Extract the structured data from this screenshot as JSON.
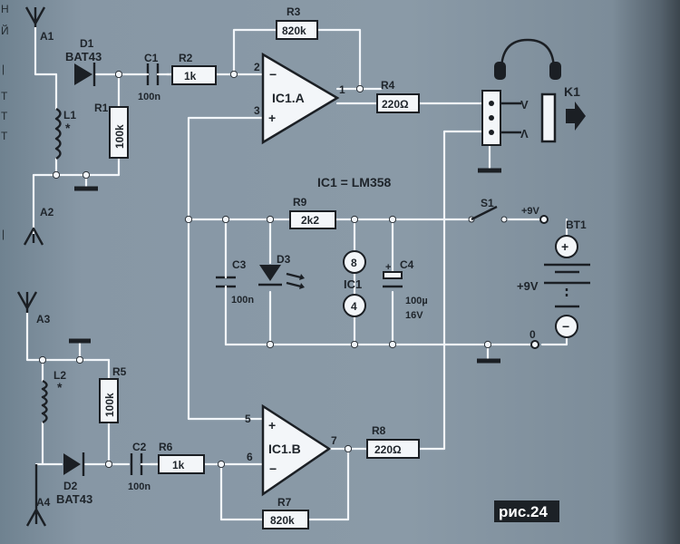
{
  "figure_label": "рис.24",
  "ic_note": "IC1 = LM358",
  "margin_glyphs": [
    "Н",
    "Й",
    "|",
    "Т",
    "Т",
    "Т",
    "|"
  ],
  "antennas": {
    "a1": "A1",
    "a2": "A2",
    "a3": "A3",
    "a4": "A4"
  },
  "diodes": {
    "d1": {
      "ref": "D1",
      "part": "BAT43"
    },
    "d2": {
      "ref": "D2",
      "part": "BAT43"
    },
    "d3": {
      "ref": "D3"
    }
  },
  "inductors": {
    "l1": {
      "ref": "L1",
      "mark": "*"
    },
    "l2": {
      "ref": "L2",
      "mark": "*"
    }
  },
  "capacitors": {
    "c1": {
      "ref": "C1",
      "value": "100n"
    },
    "c2": {
      "ref": "C2",
      "value": "100n"
    },
    "c3": {
      "ref": "C3",
      "value": "100n"
    },
    "c4": {
      "ref": "C4",
      "value": "100µ",
      "voltage": "16V",
      "polarity": "+"
    }
  },
  "resistors": {
    "r1": {
      "ref": "R1",
      "value": "100k"
    },
    "r2": {
      "ref": "R2",
      "value": "1k"
    },
    "r3": {
      "ref": "R3",
      "value": "820k"
    },
    "r4": {
      "ref": "R4",
      "value": "220Ω"
    },
    "r5": {
      "ref": "R5",
      "value": "100k"
    },
    "r6": {
      "ref": "R6",
      "value": "1k"
    },
    "r7": {
      "ref": "R7",
      "value": "820k"
    },
    "r8": {
      "ref": "R8",
      "value": "220Ω"
    },
    "r9": {
      "ref": "R9",
      "value": "2k2"
    }
  },
  "opamps": {
    "a": {
      "name": "IC1.A",
      "pin_inv": "2",
      "pin_noninv": "3",
      "pin_out": "1",
      "sign_inv": "−",
      "sign_noninv": "+"
    },
    "b": {
      "name": "IC1.B",
      "pin_noninv": "5",
      "pin_inv": "6",
      "pin_out": "7",
      "sign_inv": "−",
      "sign_noninv": "+"
    }
  },
  "ic_power": {
    "name": "IC1",
    "pin_vcc": "8",
    "pin_gnd": "4"
  },
  "switch": {
    "ref": "S1",
    "terminal": "+9V"
  },
  "battery": {
    "ref": "BT1",
    "voltage": "+9V",
    "plus": "+",
    "minus": "−"
  },
  "ground_terminal": "0",
  "jack": {
    "ref": "K1",
    "contact_right": "V",
    "contact_left": "Λ"
  }
}
